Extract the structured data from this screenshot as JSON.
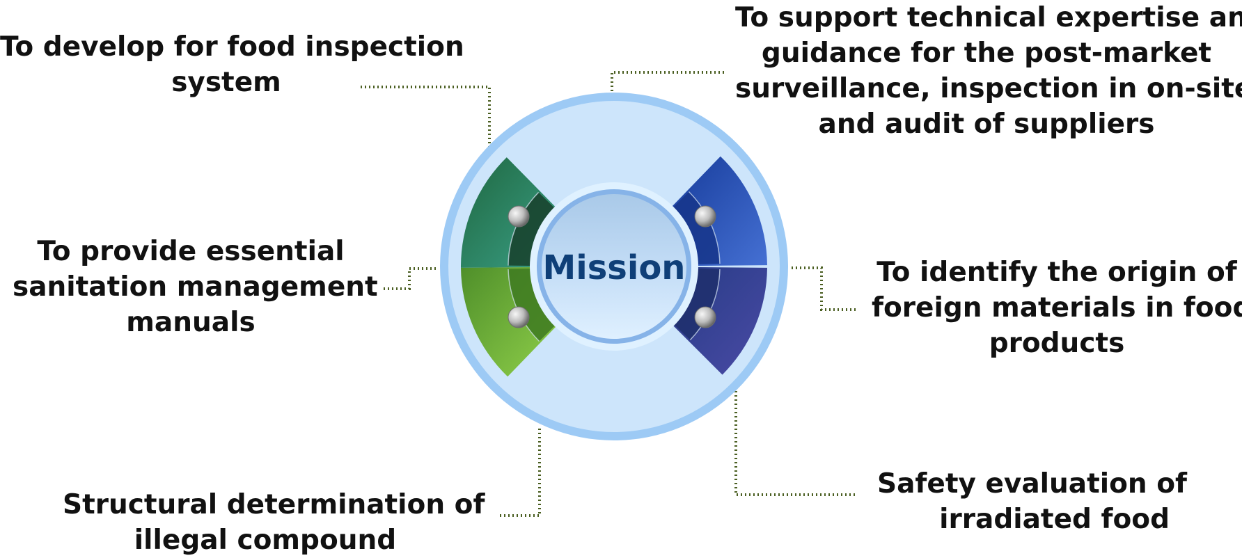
{
  "center": {
    "text": "Mission"
  },
  "items": [
    {
      "id": "food-inspection",
      "lines": [
        "To develop for food inspection",
        "system"
      ]
    },
    {
      "id": "technical-expertise",
      "lines": [
        "To support technical expertise and",
        "guidance for the post-market",
        "surveillance, inspection in on-site,",
        "and audit of suppliers"
      ]
    },
    {
      "id": "sanitation-manuals",
      "lines": [
        "To provide essential",
        "sanitation management",
        "manuals"
      ]
    },
    {
      "id": "foreign-materials",
      "lines": [
        "To identify the origin of",
        "foreign materials in food",
        "products"
      ]
    },
    {
      "id": "illegal-compound",
      "lines": [
        "Structural determination of",
        "illegal compound"
      ]
    },
    {
      "id": "irradiated-food",
      "lines": [
        "Safety evaluation of",
        "irradiated food"
      ]
    }
  ],
  "colors": {
    "outer_ring": "#9dcaf5",
    "inner_disc": "#cde5fb",
    "connector": "#4b5f22",
    "center_text": "#0f3f78",
    "green_dark": "#2a7a58",
    "green_light": "#7ac143",
    "blue_dark": "#2546a8",
    "blue_mid": "#36408f"
  }
}
